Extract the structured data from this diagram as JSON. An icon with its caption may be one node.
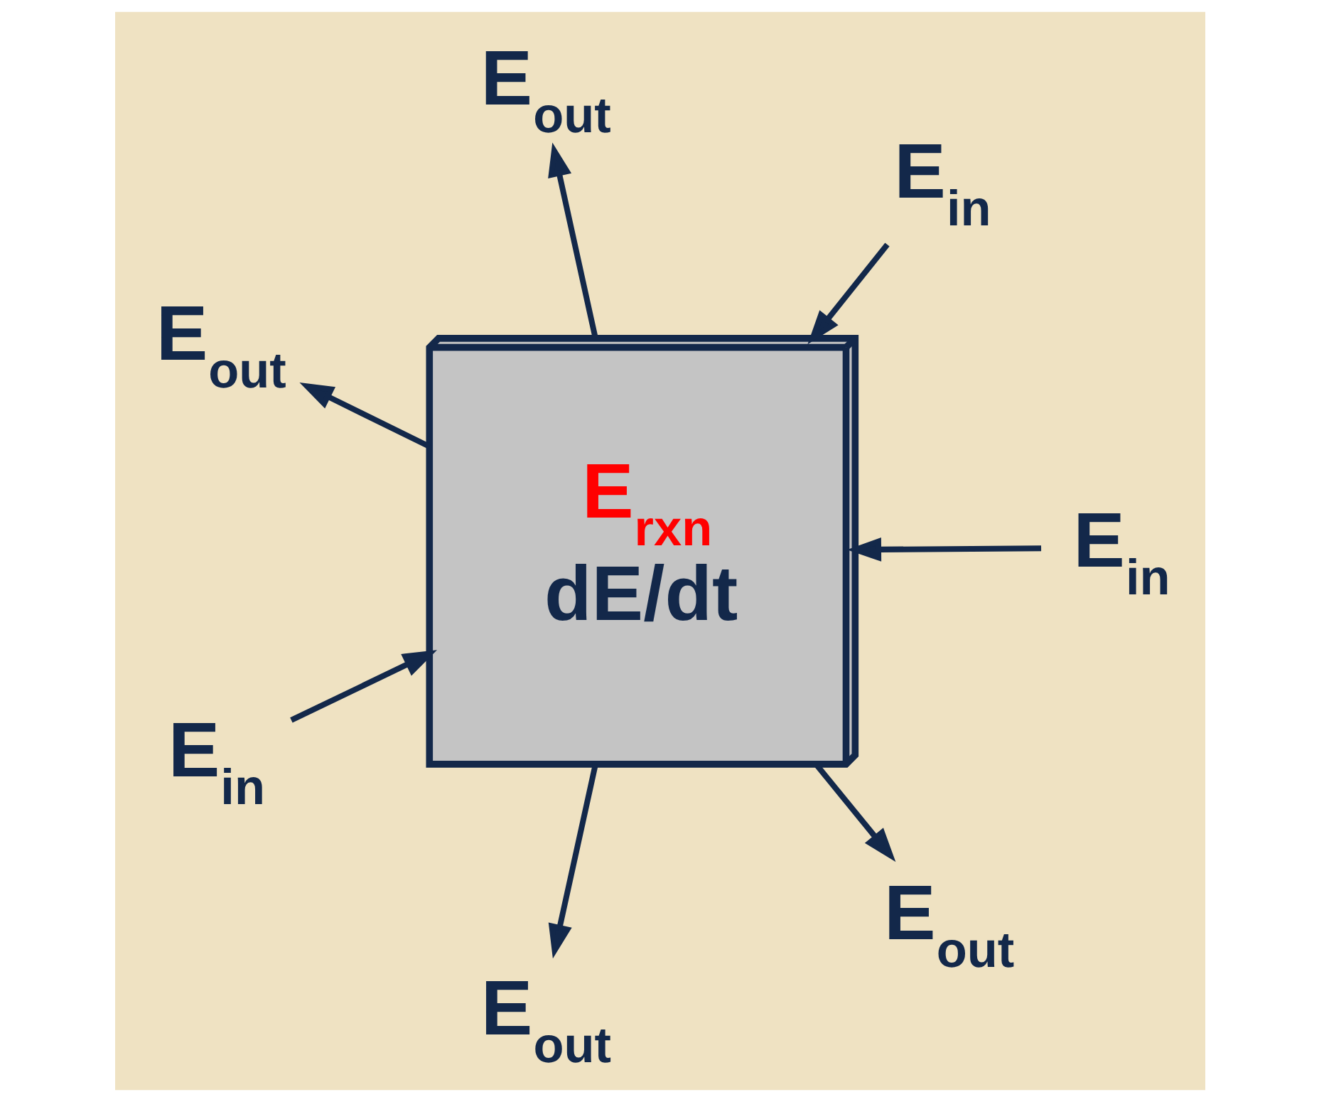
{
  "diagram": {
    "nodes": [
      {
        "text": [
          "E$_{rxn}$",
          "dE/dt"
        ]
      },
      {
        "text": [
          "E$_{in}$"
        ]
      },
      {
        "text": [
          "E$_{out}$"
        ]
      },
      {
        "text": [
          "E$_{out}$"
        ]
      },
      {
        "text": [
          "E$_{in}$"
        ]
      },
      {
        "text": [
          "E$_{out}$"
        ]
      },
      {
        "text": [
          "E$_{in}$"
        ]
      },
      {
        "text": [
          "E$_{out}$"
        ]
      }
    ],
    "edges": [
      {
        "from": 1,
        "to": 0,
        "arrow": "to"
      },
      {
        "from": 0,
        "to": 2,
        "arrow": "to"
      },
      {
        "from": 0,
        "to": 3,
        "arrow": "to"
      },
      {
        "from": 4,
        "to": 0,
        "arrow": "to"
      },
      {
        "from": 0,
        "to": 5,
        "arrow": "to"
      },
      {
        "from": 6,
        "to": 0,
        "arrow": "to"
      },
      {
        "from": 0,
        "to": 7,
        "arrow": "to"
      }
    ]
  }
}
